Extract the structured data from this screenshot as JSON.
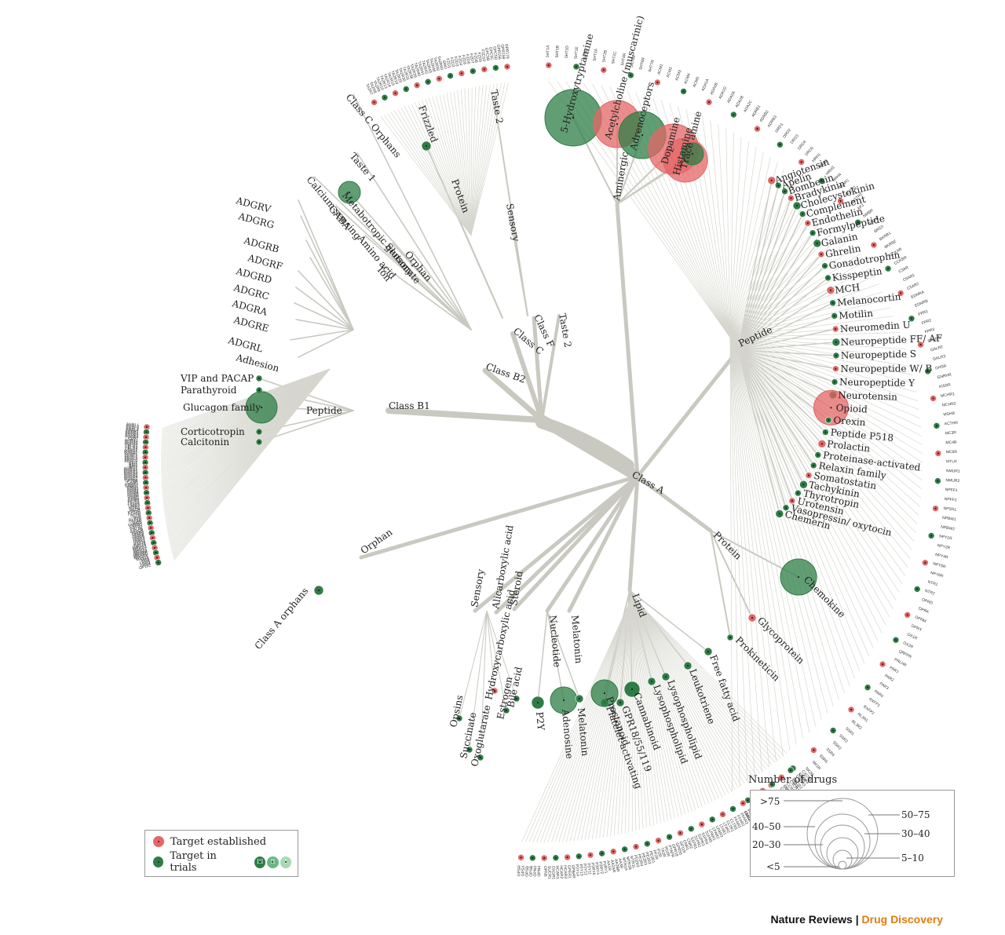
{
  "colors": {
    "established": "#e46666",
    "trials": "#2e7d46",
    "trials_light": "#6ab882",
    "phase1": "#a8d8b4",
    "branch": "#c9c9c1"
  },
  "root": {
    "label": "Class A"
  },
  "class_labels": [
    "Class B1",
    "Class B2",
    "Class C",
    "Class F",
    "Taste 2"
  ],
  "classA_groups": [
    "Aminergic",
    "Peptide",
    "Protein",
    "Lipid",
    "Melatonin",
    "Nucleotide",
    "Steroid",
    "Alicarboxylic acid",
    "Sensory",
    "Orphan"
  ],
  "classB2_groups": [
    "Adhesion",
    "ADGRL",
    "ADGRE",
    "ADGRA",
    "ADGRC",
    "ADGRD",
    "ADGRF",
    "ADGRB",
    "ADGRG",
    "ADGRV"
  ],
  "classB1_groups": [
    "Peptide",
    "VIP and PACAP",
    "Parathyroid",
    "Glucagon family",
    "Corticotropin",
    "Calcitonin"
  ],
  "classC_groups": [
    "Ion",
    "Amino acid",
    "Sensory",
    "Orphan",
    "Calcium-sensing",
    "GABA",
    "Metabotropic glutamate",
    "Taste 1",
    "Class C Orphans"
  ],
  "classF_groups": [
    "Protein",
    "Frizzled"
  ],
  "taste2_groups": [
    "Sensory",
    "Taste 2"
  ],
  "aminergic_families": [
    "5-Hydroxytryptamine",
    "Acetylcholine (muscarinic)",
    "Adrenoceptors",
    "Dopamine",
    "Histamine",
    "Trace amine"
  ],
  "peptide_families": [
    "Angiotensin",
    "Apelin",
    "Bombesin",
    "Bradykinin",
    "Cholecystokinin",
    "Complement",
    "Endothelin",
    "Formylpeptide",
    "Galanin",
    "Ghrelin",
    "Gonadotrophin",
    "Kisspeptin",
    "MCH",
    "Melanocortin",
    "Motilin",
    "Neuromedin U",
    "Neuropeptide FF/ AF",
    "Neuropeptide S",
    "Neuropeptide W/ B",
    "Neuropeptide Y",
    "Neurotensin",
    "Opioid",
    "Orexin",
    "Peptide P518",
    "Prolactin",
    "Proteinase-activated",
    "Relaxin family",
    "Somatostatin",
    "Tachykinin",
    "Thyrotropin",
    "Urotensin",
    "Vasopressin/ oxytocin",
    "Chemerin"
  ],
  "protein_families": [
    "Chemokine",
    "Glycoprotein",
    "Prokineticin"
  ],
  "lipid_families": [
    "Free fatty acid",
    "Leukotriene",
    "Lysophospholipid",
    "Lysophospholipid",
    "Cannabinoid",
    "GPR18/55/119",
    "Platelet-activating",
    "Prostanoid"
  ],
  "nucleotide_families": [
    "P2Y",
    "Adenosine",
    "Melatonin"
  ],
  "small_families": [
    "Opsins",
    "Succinate",
    "Oxoglutarate",
    "Hydroxycarboxylic acid",
    "Estrogen",
    "Bile acid"
  ],
  "orphan_label": "Class A orphans",
  "gene_labels_right": [
    "5HT1A",
    "5HT1B",
    "5HT1D",
    "5HT1E",
    "5HT1F",
    "5HT2A",
    "5HT2B",
    "5HT2C",
    "5HT4R",
    "5HT5A",
    "5HT6R",
    "5HT7R",
    "ACM1",
    "ACM2",
    "ACM3",
    "ACM4",
    "ACM5",
    "ADA1A",
    "ADA1B",
    "ADA1D",
    "ADA2A",
    "ADA2B",
    "ADA2C",
    "ADRB1",
    "ADRB2",
    "ADRB3",
    "DRD1",
    "DRD2",
    "DRD3",
    "DRD4",
    "DRD5",
    "HRH1",
    "HRH2",
    "HRH3",
    "HRH4",
    "TAAR1",
    "AGTR1",
    "AGTR2",
    "APJ",
    "NMBR",
    "GRPR",
    "BRS3",
    "BKRB1",
    "BKRB2",
    "CCKAR",
    "CCKBR",
    "C3AR",
    "C5AR1",
    "C5AR2",
    "EDNRA",
    "EDNRB",
    "FPR1",
    "FPR2",
    "FPR3",
    "GALR1",
    "GALR2",
    "GALR3",
    "GHSR",
    "GNRHR",
    "KISSR",
    "MCHR1",
    "MCHR2",
    "MSHR",
    "ACTHR",
    "MC3R",
    "MC4R",
    "MC5R",
    "MTLR",
    "NMUR1",
    "NMUR2",
    "NPFF1",
    "NPFF2",
    "NPSR1",
    "NPBW1",
    "NPBW2",
    "NPY1R",
    "NPY2R",
    "NPY4R",
    "NPY5R",
    "NPY6R",
    "NTR1",
    "NTR2",
    "OPRD",
    "OPRK",
    "OPRM",
    "OPRX",
    "OX1R",
    "OX2R",
    "QRFPR",
    "PRLHR",
    "PAR1",
    "PAR2",
    "PAR3",
    "PAR4",
    "RXFP1",
    "RXFP2",
    "RL3R1",
    "RL3R2",
    "SSR1",
    "SSR2",
    "SSR3",
    "SSR4",
    "SSR5",
    "NK1R",
    "NK2R",
    "NK3R",
    "TRFR",
    "UR2R",
    "V1AR",
    "V1BR",
    "V2R",
    "OXYR",
    "CML1"
  ],
  "gene_labels_left": [
    "AGRL1",
    "AGRL2",
    "AGRL3",
    "AGRL4",
    "AGRE1",
    "AGRE2",
    "AGRE3",
    "AGRE4",
    "CD97",
    "AGRA1",
    "AGRA2",
    "AGRA3",
    "CELR1",
    "CELR2",
    "CELR3",
    "AGRD1",
    "AGRD2",
    "AGRF1",
    "AGRF2",
    "AGRF3",
    "AGRF4",
    "AGRF5",
    "BAI1",
    "BAI2",
    "BAI3",
    "AGRG1",
    "AGRG2",
    "AGRG3",
    "AGRG4",
    "AGRG5",
    "AGRG6",
    "AGRG7",
    "GPR98",
    "CASR",
    "GABR1",
    "GABR2",
    "GRM1",
    "GRM2",
    "GRM3",
    "GRM4",
    "GRM5",
    "GRM6",
    "GRM7",
    "GRM8",
    "TS1R1",
    "TS1R2",
    "TS1R3",
    "VIPR2",
    "VIPR1",
    "PACR",
    "PTH2R",
    "PTH1R",
    "SCTR",
    "GLR",
    "GLP2R",
    "GLP1R",
    "GIPR",
    "GHRHR",
    "CRFR2",
    "CRFR1",
    "CALRL",
    "CALCR",
    "TAAR9",
    "TAAR8",
    "TAAR6",
    "TAAR5",
    "TAAR3",
    "TAAR2",
    "P2Y10",
    "P2RY8",
    "MRGX4",
    "MRGX3",
    "MRGX2",
    "MRGX1",
    "MRGRF",
    "MRGRD",
    "MRGRE",
    "MAS1L",
    "MAS",
    "LGR6",
    "LGR5",
    "LGR4",
    "GP182"
  ],
  "gene_labels_bottom": [
    "OPSR",
    "OPSX",
    "OPSD",
    "OPSB",
    "OPN3",
    "OPN4",
    "OPN5",
    "SUCR1",
    "OXGR1",
    "HCAR1",
    "HCAR2",
    "HCAR3",
    "GPER1",
    "GPBAR",
    "P2Y14",
    "P2Y13",
    "P2Y12",
    "P2Y11",
    "P2RY6",
    "P2RY4",
    "P2RY2",
    "P2RY1",
    "AA1R",
    "AA2AR",
    "AA2BR",
    "AA3R",
    "MTR1A",
    "MTR1B",
    "MTR1L",
    "PD2R2",
    "PE2R4",
    "PE2R3",
    "PE2R2",
    "PE2R1",
    "PF2R",
    "PI2R",
    "TA2R",
    "PD2R",
    "PTAFR",
    "GPR18",
    "GPR55",
    "GP119",
    "CNR1",
    "CNR2",
    "S1PR1",
    "S1PR2",
    "S1PR3",
    "S1PR4",
    "S1PR5",
    "LPAR1",
    "LPAR2",
    "LPAR3",
    "LT4R1",
    "LT4R2",
    "CLTR1",
    "CLTR2",
    "FFAR1",
    "FFAR2",
    "FFAR3",
    "FFAR4",
    "PKR1",
    "PKR2",
    "FSHR",
    "LSHR",
    "TSHR",
    "CCR1",
    "CCR2",
    "CCR3",
    "CCR4",
    "CCR5",
    "CCR6",
    "CCR7",
    "CCR8",
    "CXCR1",
    "CXCR2",
    "CXCR3",
    "CXCR4",
    "CXCR5"
  ],
  "gene_labels_top": [
    "TA2R7",
    "TA2R8",
    "TA2R9",
    "TA2R10",
    "TA2R13",
    "TA2R14",
    "TA2R16",
    "TA2R19",
    "TA2R20",
    "TA2R30",
    "TA2R31",
    "TA2R38",
    "TA2R39",
    "TA2R40",
    "TA2R41",
    "TA2R42",
    "TA2R43",
    "TA2R46",
    "TA2R50",
    "TA2R60",
    "SMO",
    "FZD1",
    "FZD2",
    "FZD3",
    "FZD4",
    "FZD5",
    "FZD6",
    "FZD7",
    "FZD8",
    "FZD9",
    "FZD10",
    "GPC5B",
    "GPC5C",
    "GPC5D",
    "GPR156",
    "GPR158",
    "GPR179"
  ],
  "legend": {
    "established_label": "Target established",
    "trials_label": "Target in trials",
    "phase_labels": [
      "III",
      "II",
      "I"
    ]
  },
  "size_legend": {
    "title": "Number of drugs",
    "labels": [
      ">75",
      "50–75",
      "40–50",
      "30–40",
      "20–30",
      "5–10",
      "<5"
    ]
  },
  "footer": {
    "journal": "Nature Reviews",
    "separator": "|",
    "section": "Drug Discovery"
  }
}
